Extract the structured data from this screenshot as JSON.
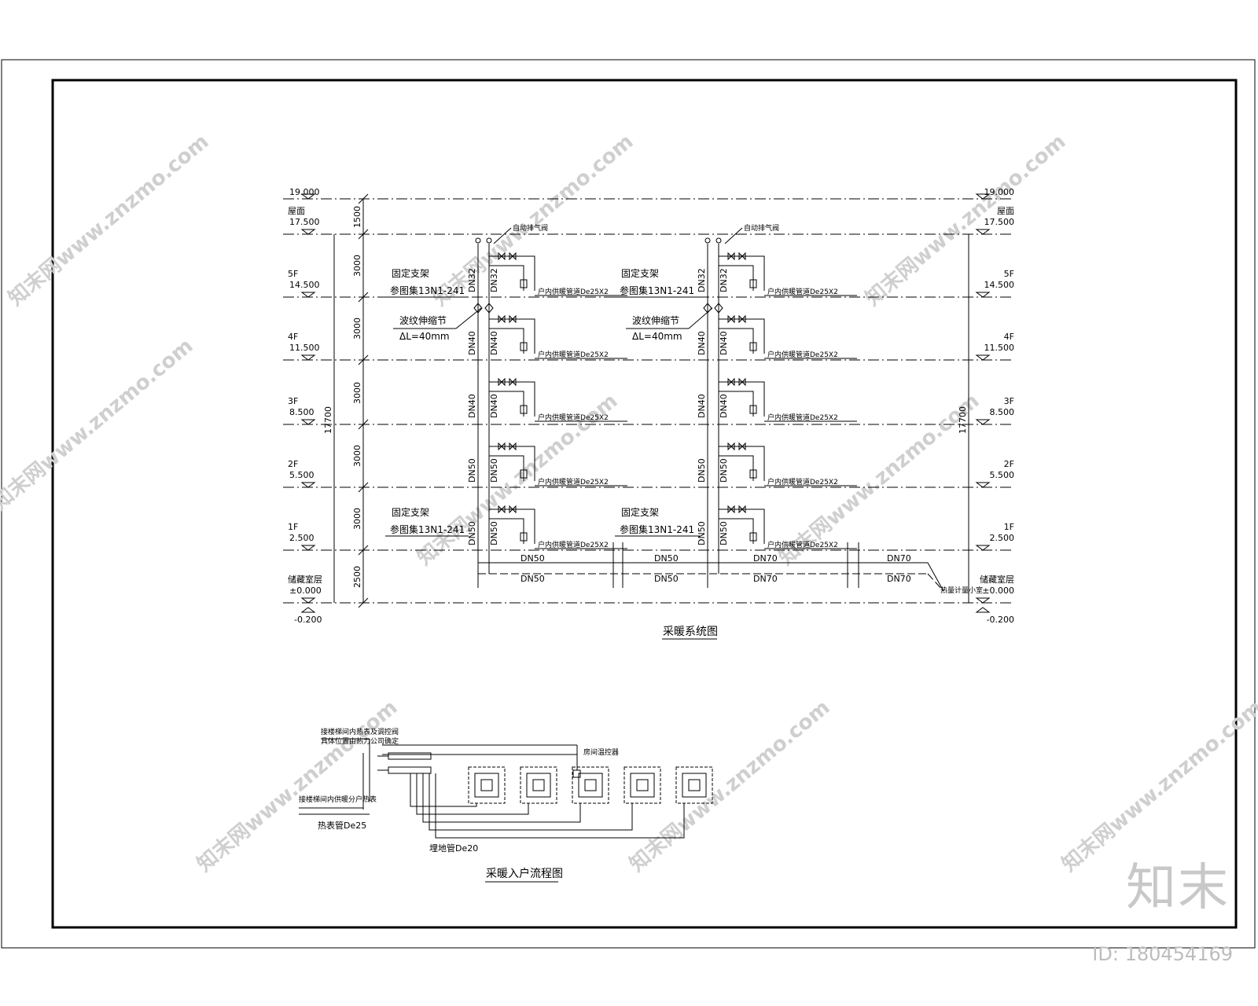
{
  "system_diagram": {
    "title": "采暖系统图",
    "elevations": [
      {
        "level": "19.000"
      },
      {
        "floor": "屋面",
        "level": "17.500"
      },
      {
        "floor": "5F",
        "level": "14.500"
      },
      {
        "floor": "4F",
        "level": "11.500"
      },
      {
        "floor": "3F",
        "level": "8.500"
      },
      {
        "floor": "2F",
        "level": "5.500"
      },
      {
        "floor": "1F",
        "level": "2.500"
      },
      {
        "floor": "储藏室层",
        "level": "±0.000"
      },
      {
        "level": "-0.200"
      }
    ],
    "height_dims": [
      "1500",
      "3000",
      "3000",
      "3000",
      "3000",
      "3000",
      "2500"
    ],
    "total_height": "17700",
    "air_vent_label": "自动排气阀",
    "fixed_support_label": "固定支架",
    "fixed_support_ref": "参图集13N1-241",
    "expansion_joint_label": "波纹伸缩节",
    "expansion_joint_dl": "ΔL=40mm",
    "branch_label": "户内供暖管道De25X2",
    "riser_sizes": [
      "DN32",
      "DN40",
      "DN40",
      "DN50",
      "DN50"
    ],
    "main_sizes": [
      "DN50",
      "DN50",
      "DN50",
      "DN70",
      "DN70"
    ],
    "meter_room": "热量计量小室"
  },
  "flow_diagram": {
    "title": "采暖入户流程图",
    "note_top_1": "接楼梯间内热表及调控阀",
    "note_top_2": "具体位置由热力公司确定",
    "note_supply": "接楼梯间内供暖分户热表",
    "note_pipe": "热表管De25",
    "note_coil": "埋地管De20",
    "note_thermostat": "房间温控器"
  },
  "brand": "知末",
  "image_id": "ID: 180454169",
  "watermark": "知末网www.znzmo.com"
}
